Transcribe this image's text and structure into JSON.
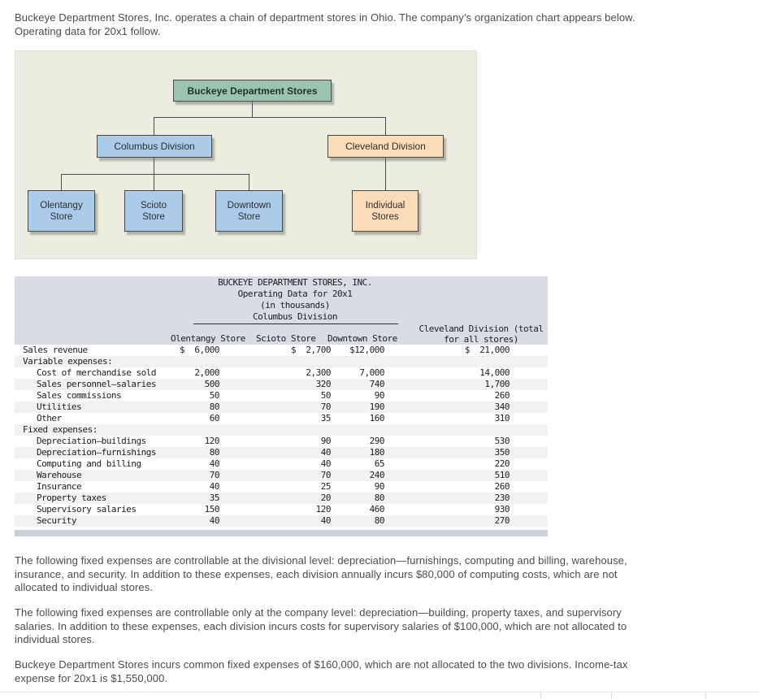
{
  "intro": {
    "lines": [
      "Buckeye Department Stores, Inc. operates a chain of department stores in Ohio. The company’s organization chart appears below.",
      "Operating data for 20x1 follow."
    ]
  },
  "org_chart": {
    "root": "Buckeye Department Stores",
    "divisions": [
      {
        "label": "Columbus Division"
      },
      {
        "label": "Cleveland Division"
      }
    ],
    "stores": [
      {
        "line1": "Olentangy",
        "line2": "Store"
      },
      {
        "line1": "Scioto",
        "line2": "Store"
      },
      {
        "line1": "Downtown",
        "line2": "Store"
      },
      {
        "line1": "Individual",
        "line2": "Stores"
      }
    ],
    "colors": {
      "panel_bg": "#ecede0",
      "root_box": "#9ac4ad",
      "columbus_boxes": "#aacbea",
      "cleveland_boxes": "#fcdcb8",
      "box_border": "#4a4a42",
      "connector": "#4a4a4a"
    }
  },
  "table": {
    "title_lines": [
      "BUCKEYE DEPARTMENT STORES, INC.",
      "Operating Data for 20x1",
      "(in thousands)",
      "Columbus Division"
    ],
    "col_headers": [
      "Olentangy Store",
      "Scioto Store",
      "Downtown Store"
    ],
    "right_col_header_line1": "Cleveland Division (total",
    "right_col_header_line2": "for all stores)",
    "colors": {
      "header_bg": "#d9dce5",
      "alt_row": "#f2f2f3",
      "footer_bar": "#cbd1dc"
    },
    "rows": [
      {
        "label": "Sales revenue",
        "c1": "$  6,000",
        "c2": "$  2,700",
        "c3": "$12,000",
        "c4": "$  21,000"
      },
      {
        "label": "Variable expenses:"
      },
      {
        "label": "Cost of merchandise sold",
        "c1": "2,000",
        "c2": "2,300",
        "c3": "7,000",
        "c4": "14,000"
      },
      {
        "label": "Sales personnel—salaries",
        "c1": "500",
        "c2": "320",
        "c3": "740",
        "c4": "1,700"
      },
      {
        "label": "Sales commissions",
        "c1": "50",
        "c2": "50",
        "c3": "90",
        "c4": "260"
      },
      {
        "label": "Utilities",
        "c1": "80",
        "c2": "70",
        "c3": "190",
        "c4": "340"
      },
      {
        "label": "Other",
        "c1": "60",
        "c2": "35",
        "c3": "160",
        "c4": "310"
      },
      {
        "label": "Fixed expenses:"
      },
      {
        "label": "Depreciation—buildings",
        "c1": "120",
        "c2": "90",
        "c3": "290",
        "c4": "530"
      },
      {
        "label": "Depreciation—furnishings",
        "c1": "80",
        "c2": "40",
        "c3": "180",
        "c4": "350"
      },
      {
        "label": "Computing and billing",
        "c1": "40",
        "c2": "40",
        "c3": "65",
        "c4": "220"
      },
      {
        "label": "Warehouse",
        "c1": "70",
        "c2": "70",
        "c3": "240",
        "c4": "510"
      },
      {
        "label": "Insurance",
        "c1": "40",
        "c2": "25",
        "c3": "90",
        "c4": "260"
      },
      {
        "label": "Property taxes",
        "c1": "35",
        "c2": "20",
        "c3": "80",
        "c4": "230"
      },
      {
        "label": "Supervisory salaries",
        "c1": "150",
        "c2": "120",
        "c3": "460",
        "c4": "930"
      },
      {
        "label": "Security",
        "c1": "40",
        "c2": "40",
        "c3": "80",
        "c4": "270"
      }
    ]
  },
  "paragraphs": [
    {
      "lines": [
        "The following fixed expenses are controllable at the divisional level: depreciation—furnishings, computing and billing, warehouse,",
        "insurance, and security. In addition to these expenses, each division annually incurs $80,000 of computing costs, which are not",
        "allocated to individual stores."
      ]
    },
    {
      "lines": [
        "The following fixed expenses are controllable only at the company level: depreciation—building, property taxes, and supervisory",
        "salaries. In addition to these expenses, each division incurs costs for supervisory salaries of $100,000, which are not allocated to",
        "individual stores."
      ]
    },
    {
      "lines": [
        "Buckeye Department Stores incurs common fixed expenses of $160,000, which are not allocated to the two divisions. Income-tax",
        "expense for 20x1 is $1,550,000."
      ]
    }
  ]
}
